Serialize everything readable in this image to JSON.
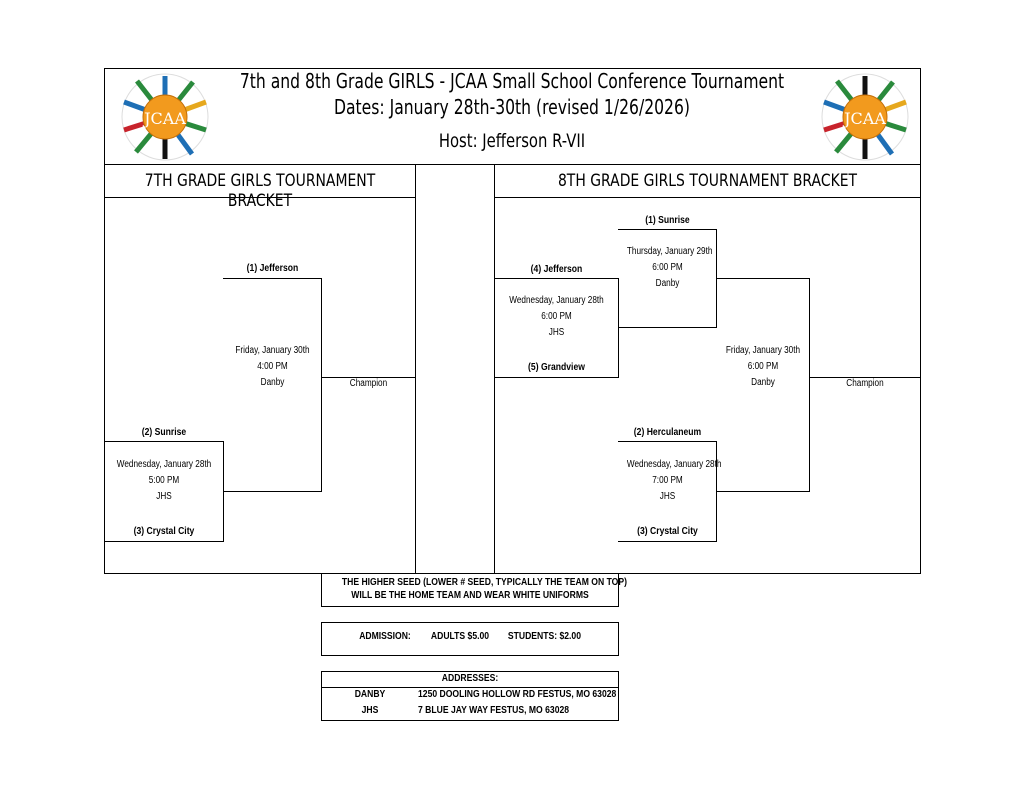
{
  "header": {
    "line1": "7th and 8th Grade GIRLS - JCAA Small School Conference Tournament",
    "line2": "Dates: January 28th-30th (revised 1/26/2026)",
    "line3": "Host: Jefferson R-VII",
    "logo_text": "JCAA"
  },
  "bracket7": {
    "heading": "7TH GRADE GIRLS TOURNAMENT BRACKET",
    "team_1": "(1) Jefferson",
    "team_2": "(2) Sunrise",
    "team_3": "(3) Crystal City",
    "g1_day": "Wednesday, January 28th",
    "g1_time": "5:00 PM",
    "g1_loc": "JHS",
    "final_day": "Friday, January 30th",
    "final_time": "4:00 PM",
    "final_loc": "Danby",
    "champion": "Champion"
  },
  "bracket8": {
    "heading": "8TH GRADE GIRLS TOURNAMENT BRACKET",
    "team_1": "(1) Sunrise",
    "team_4": "(4) Jefferson",
    "team_5": "(5) Grandview",
    "team_2": "(2) Herculaneum",
    "team_3": "(3) Crystal City",
    "g45_day": "Wednesday, January 28th",
    "g45_time": "6:00 PM",
    "g45_loc": "JHS",
    "semi1_day": "Thursday, January 29th",
    "semi1_time": "6:00 PM",
    "semi1_loc": "Danby",
    "g23_day": "Wednesday, January 28th",
    "g23_time": "7:00 PM",
    "g23_loc": "JHS",
    "final_day": "Friday, January 30th",
    "final_time": "6:00 PM",
    "final_loc": "Danby",
    "champion": "Champion"
  },
  "notes": {
    "home_line1": "THE HIGHER SEED (LOWER # SEED, TYPICALLY THE TEAM ON TOP)",
    "home_line2": "WILL BE THE HOME TEAM AND WEAR WHITE UNIFORMS",
    "admission_label": "ADMISSION:",
    "admission_adults": "ADULTS $5.00",
    "admission_students": "STUDENTS: $2.00",
    "addresses_title": "ADDRESSES:",
    "addr1_name": "DANBY",
    "addr1_value": "1250 DOOLING HOLLOW RD FESTUS, MO 63028",
    "addr2_name": "JHS",
    "addr2_value": "7 BLUE JAY WAY FESTUS, MO 63028"
  },
  "colors": {
    "logo_orange": "#f29a1e",
    "line": "#000000"
  },
  "icons": [
    "jcaa-logo-left",
    "jcaa-logo-right"
  ]
}
